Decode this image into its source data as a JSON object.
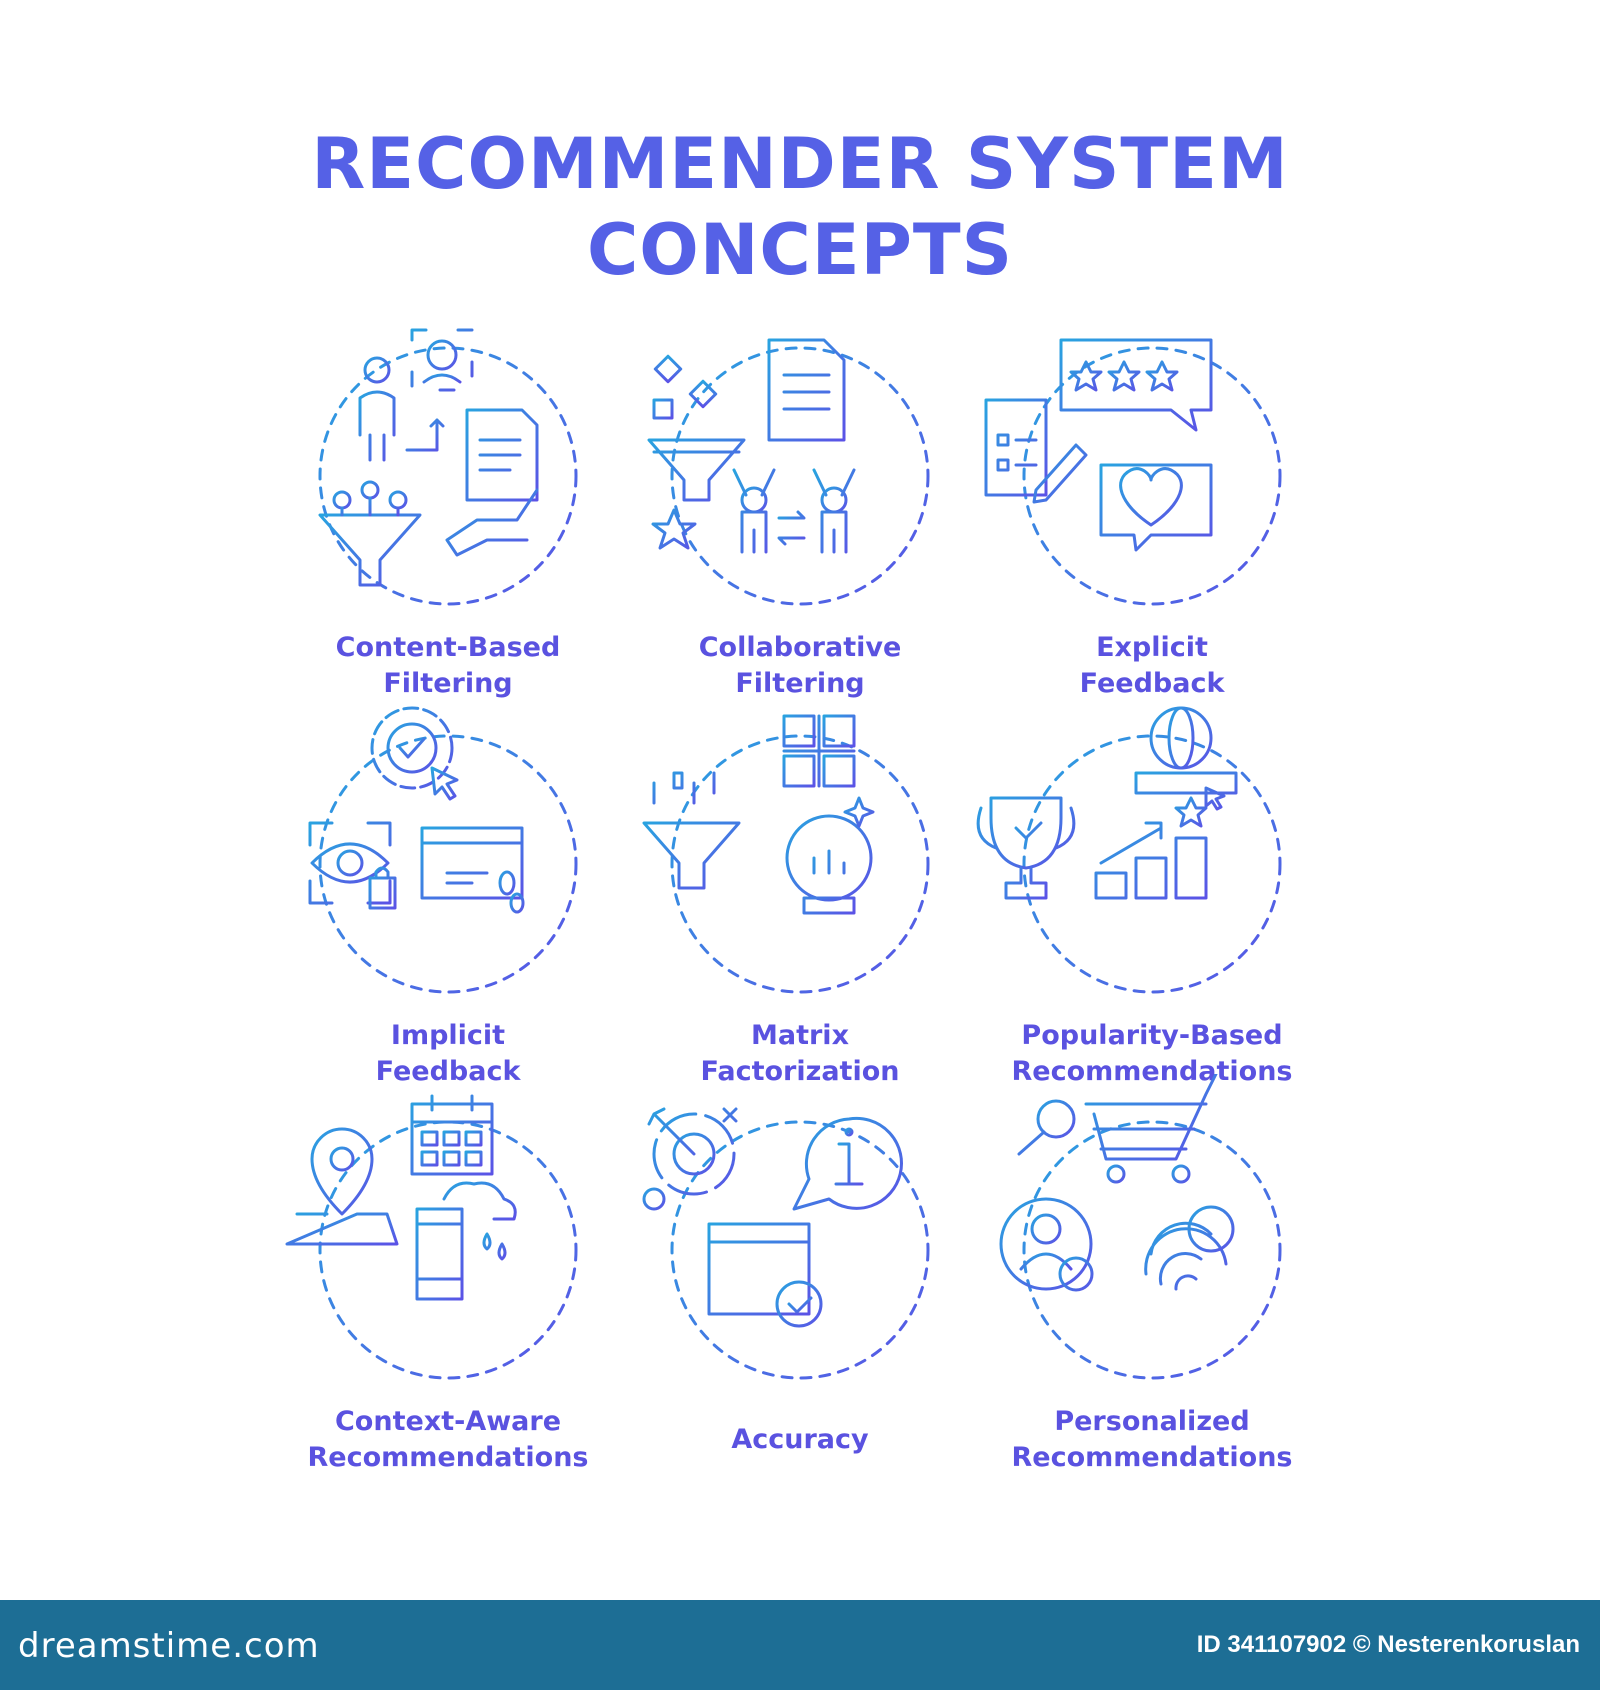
{
  "title": {
    "line1": "RECOMMENDER SYSTEM",
    "line2": "CONCEPTS"
  },
  "colors": {
    "title": "#5561e6",
    "label": "#5a52e0",
    "gradient_start": "#29a3e0",
    "gradient_end": "#5b52e6",
    "footer": "#1d6e95"
  },
  "concepts": [
    {
      "line1": "Content-Based",
      "line2": "Filtering",
      "icon": "user-profile-funnel-document-icon"
    },
    {
      "line1": "Collaborative",
      "line2": "Filtering",
      "icon": "funnel-people-exchange-icon"
    },
    {
      "line1": "Explicit",
      "line2": "Feedback",
      "icon": "star-rating-form-heart-icon"
    },
    {
      "line1": "Implicit",
      "line2": "Feedback",
      "icon": "gear-eye-footprints-icon"
    },
    {
      "line1": "Matrix",
      "line2": "Factorization",
      "icon": "matrix-funnel-crystal-ball-icon"
    },
    {
      "line1": "Popularity-Based",
      "line2": "Recommendations",
      "icon": "trophy-globe-growth-chart-icon"
    },
    {
      "line1": "Context-Aware",
      "line2": "Recommendations",
      "icon": "location-calendar-weather-icon"
    },
    {
      "line1": "Accuracy",
      "line2": "",
      "icon": "target-info-window-check-icon"
    },
    {
      "line1": "Personalized",
      "line2": "Recommendations",
      "icon": "cart-user-fingerprint-icon"
    }
  ],
  "footer": {
    "brand": "dreamstime.com",
    "credit": "ID 341107902 © Nesterenkoruslan"
  }
}
